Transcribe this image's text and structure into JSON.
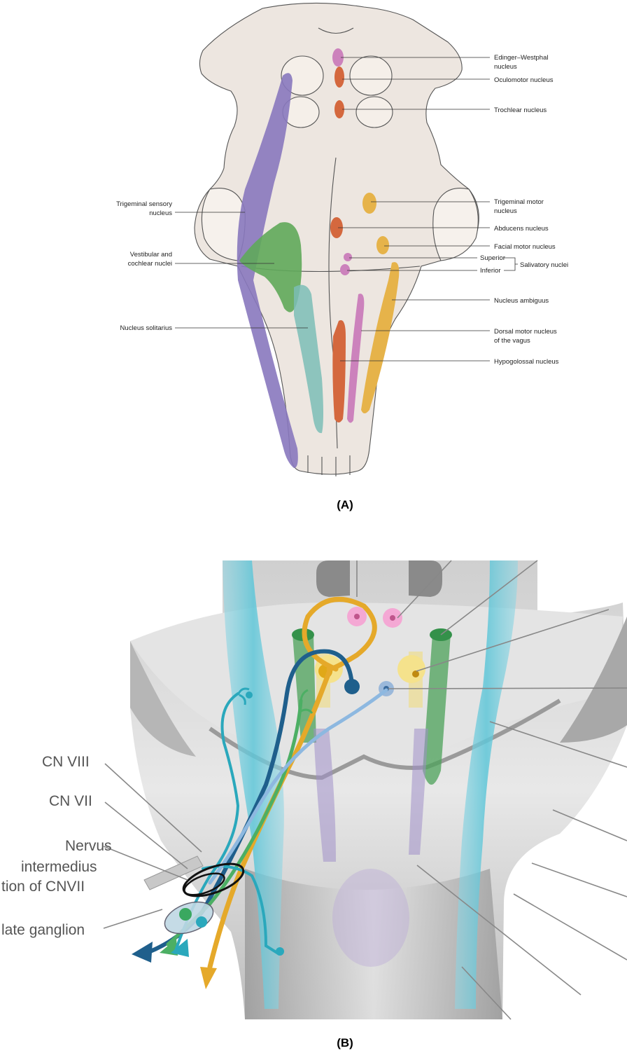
{
  "panel_a": {
    "caption": "(A)",
    "labels": {
      "edinger_1": "Edinger–Westphal",
      "edinger_2": "nucleus",
      "oculomotor": "Oculomotor nucleus",
      "trochlear": "Trochlear nucleus",
      "trig_motor_1": "Trigeminal motor",
      "trig_motor_2": "nucleus",
      "abducens": "Abducens nucleus",
      "facial_motor": "Facial motor nucleus",
      "superior": "Superior",
      "inferior": "Inferior",
      "salivatory": "Salivatory nuclei",
      "ambiguus": "Nucleus ambiguus",
      "dorsal_vagus_1": "Dorsal motor nucleus",
      "dorsal_vagus_2": "of the vagus",
      "hypoglossal": "Hypogolossal nucleus",
      "trig_sensory_1": "Trigeminal sensory",
      "trig_sensory_2": "nucleus",
      "vestibular_1": "Vestibular and",
      "vestibular_2": "cochlear nuclei",
      "solitarius": "Nucleus solitarius"
    }
  },
  "panel_b": {
    "caption": "(B)",
    "labels": {
      "cn8": "CN VIII",
      "cn7": "CN VII",
      "nervus_1": "Nervus",
      "nervus_2": "intermedius",
      "nervus_3": "tion of CNVII",
      "ganglion": "late ganglion"
    }
  },
  "colors": {
    "brainstem": "#ede6e0",
    "purple": "#8878be",
    "green": "#5fa85a",
    "teal": "#7bbdb6",
    "orange": "#d4683e",
    "pink": "#cc82bc",
    "yellow": "#e6b34a",
    "cyan": "#5ec6d8",
    "dark_blue": "#1f5f8c",
    "gold": "#e5a92a"
  }
}
